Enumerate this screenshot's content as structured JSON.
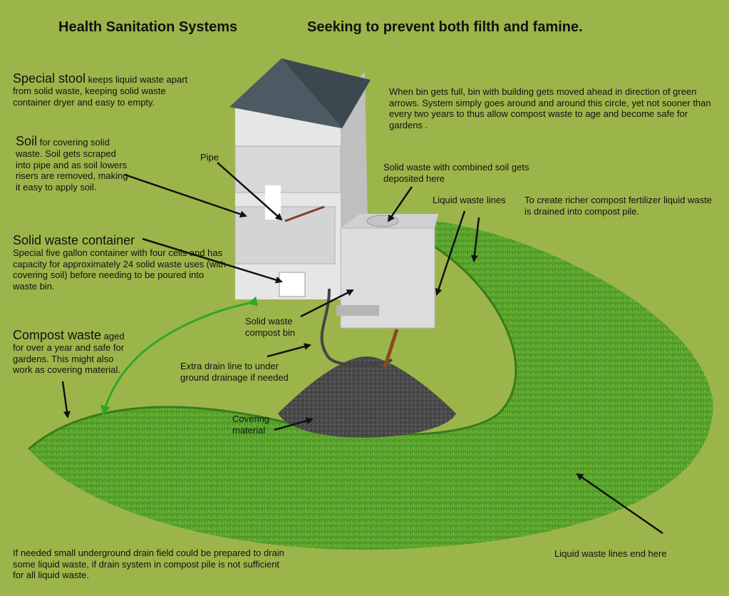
{
  "title": {
    "left": "Health Sanitation Systems",
    "right": "Seeking  to prevent both filth and famine."
  },
  "labels": {
    "special_stool": {
      "head": "Special stool",
      "rest": " keeps liquid waste apart from solid waste, keeping solid waste container dryer and easy to empty."
    },
    "soil": {
      "head": "Soil",
      "rest": " for covering solid waste. Soil gets scraped into pipe and as soil lowers risers are removed, making it easy to apply soil."
    },
    "pipe": "Pipe",
    "solid_container": {
      "head": "Solid waste container",
      "rest": "Special five gallon container with four cells and has capacity for approximately  24 solid waste uses (with covering soil) before needing to be poured into waste bin."
    },
    "compost_waste": {
      "head": "Compost waste",
      "rest": " aged for over a year and safe for gardens.  This might also work as covering material."
    },
    "bin_full": "When bin gets full, bin with building gets  moved ahead in direction of green arrows. System simply goes around and around this circle, yet not sooner than every two years to thus allow compost waste to age and become safe for gardens  .",
    "solid_deposit": "Solid waste with combined soil gets deposited here",
    "liquid_lines": "Liquid waste lines",
    "richer_compost": "To create richer compost  fertilizer liquid waste is drained into compost pile.",
    "compost_bin": "Solid waste compost  bin",
    "extra_drain": "Extra drain line to under ground drainage if needed",
    "covering_material": "Covering material",
    "drain_field": "If needed small underground drain field could be prepared to drain some liquid waste, if drain system in compost pile is not sufficient for all liquid waste.",
    "liquid_end": "Liquid waste lines end here"
  },
  "colors": {
    "background": "#9cb54a",
    "grass": "#4f9a28",
    "grass_light": "#7cc03c",
    "wall": "#e6e6e6",
    "roof": "#4b5a63",
    "gravel": "#4a4a4a",
    "arrow_green": "#2fa826",
    "arrow_black": "#111111"
  }
}
